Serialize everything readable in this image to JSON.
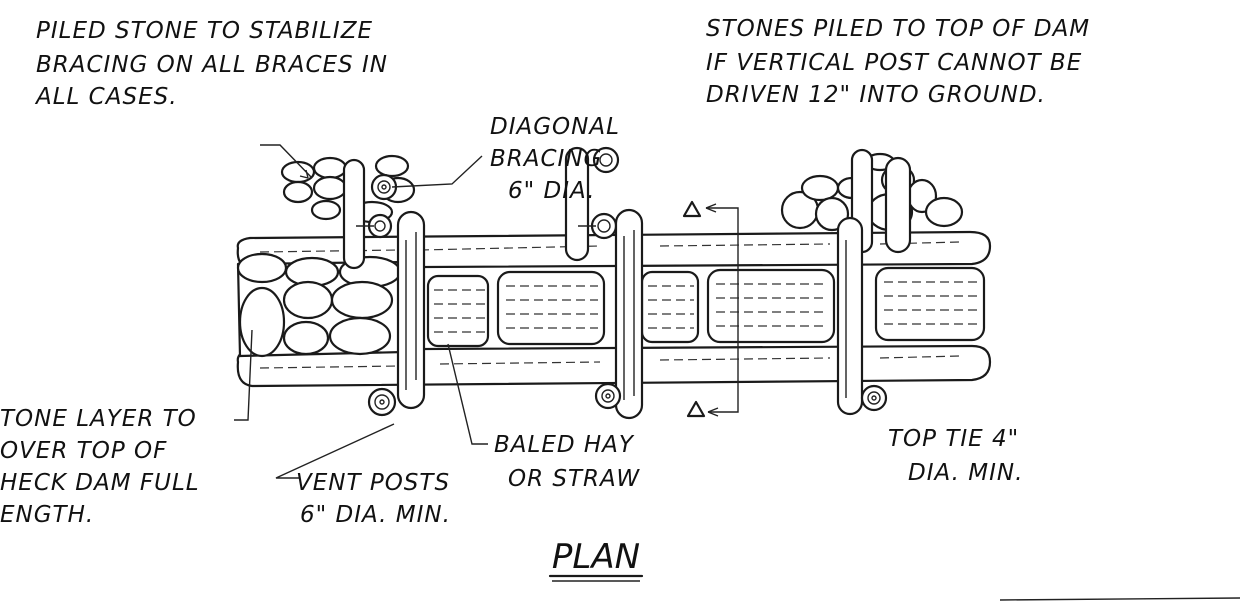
{
  "title": "PLAN",
  "labels": {
    "piled_stone": [
      "PILED STONE TO STABILIZE",
      "BRACING ON ALL BRACES IN",
      "ALL CASES."
    ],
    "stones_piled": [
      "STONES PILED TO TOP OF DAM",
      "IF VERTICAL POST CANNOT BE",
      "DRIVEN 12\" INTO GROUND."
    ],
    "diagonal_bracing": [
      "DIAGONAL",
      "BRACING",
      "6\" DIA."
    ],
    "stone_layer": [
      "TONE LAYER TO",
      "OVER TOP OF",
      "HECK DAM FULL",
      "ENGTH."
    ],
    "baled_hay": [
      "BALED HAY",
      "OR STRAW"
    ],
    "vent_posts": [
      "VENT POSTS",
      "6\" DIA. MIN."
    ],
    "top_tie": [
      "TOP TIE 4\"",
      "DIA. MIN."
    ]
  }
}
